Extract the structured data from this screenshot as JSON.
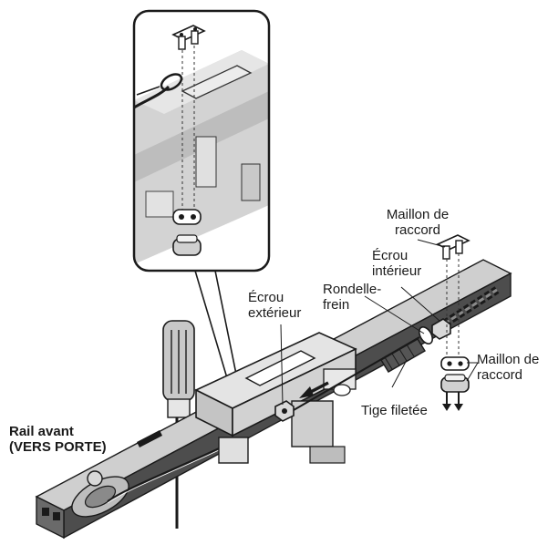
{
  "labels": {
    "maillon_top": [
      "Maillon de",
      "raccord"
    ],
    "ecrou_interieur": [
      "Écrou",
      "intérieur"
    ],
    "ecrou_exterieur": [
      "Écrou",
      "extérieur"
    ],
    "rondelle_frein": [
      "Rondelle-",
      "frein"
    ],
    "maillon_right": [
      "Maillon de",
      "raccord"
    ],
    "tige_filetee": "Tige filetée",
    "rail_avant": [
      "Rail avant",
      "(VERS PORTE)"
    ]
  }
}
